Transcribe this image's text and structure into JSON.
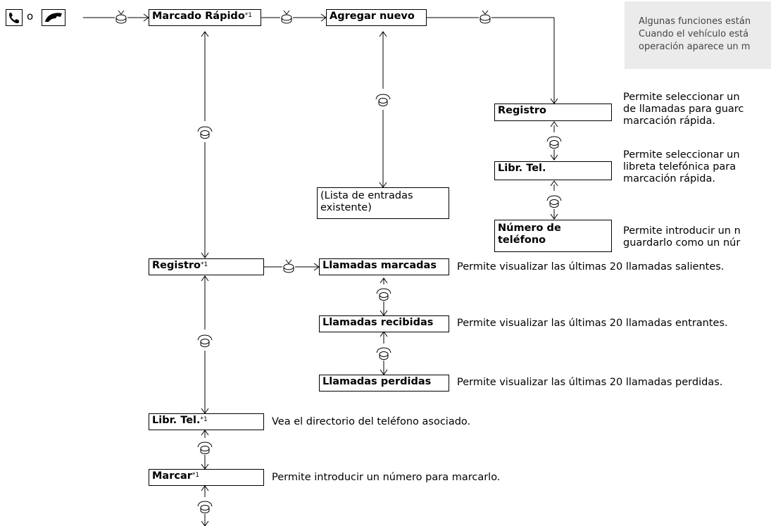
{
  "start": {
    "separator": "o",
    "icons": [
      "phone-handset-icon",
      "talk-phone-icon"
    ]
  },
  "note": {
    "lines": [
      "Algunas funciones están",
      "Cuando el vehículo está",
      "operación aparece un m"
    ]
  },
  "boxes": {
    "marcado_rapido": {
      "label": "Marcado Rápido",
      "sup": "*1"
    },
    "agregar_nuevo": {
      "label": "Agregar nuevo"
    },
    "registro_sd": {
      "label": "Registro"
    },
    "libr_tel_sd": {
      "label": "Libr. Tel."
    },
    "numero_telefono": {
      "line1": "Número de",
      "line2": "teléfono"
    },
    "lista_entradas": {
      "line1": "(Lista de entradas",
      "line2": "existente)"
    },
    "registro": {
      "label": "Registro",
      "sup": "*1"
    },
    "llamadas_marcadas": {
      "label": "Llamadas marcadas"
    },
    "llamadas_recibidas": {
      "label": "Llamadas recibidas"
    },
    "llamadas_perdidas": {
      "label": "Llamadas perdidas"
    },
    "libr_tel": {
      "label": "Libr. Tel.",
      "sup": "*1"
    },
    "marcar": {
      "label": "Marcar",
      "sup": "*1"
    }
  },
  "descriptions": {
    "registro_sd": [
      "Permite seleccionar un",
      "de llamadas para guarc",
      "marcación rápida."
    ],
    "libr_tel_sd": [
      "Permite seleccionar un",
      "libreta telefónica para",
      "marcación rápida."
    ],
    "numero_telefono": [
      "Permite introducir un n",
      "guardarlo como un núr"
    ],
    "llamadas_marcadas": "Permite visualizar las últimas 20 llamadas salientes.",
    "llamadas_recibidas": "Permite visualizar las últimas 20 llamadas entrantes.",
    "llamadas_perdidas": "Permite visualizar las últimas 20 llamadas perdidas.",
    "libr_tel": "Vea el directorio del teléfono asociado.",
    "marcar": "Permite introducir un número para marcarlo."
  },
  "icon_names": {
    "press": "press-knob-icon",
    "rotate": "rotate-knob-icon"
  }
}
